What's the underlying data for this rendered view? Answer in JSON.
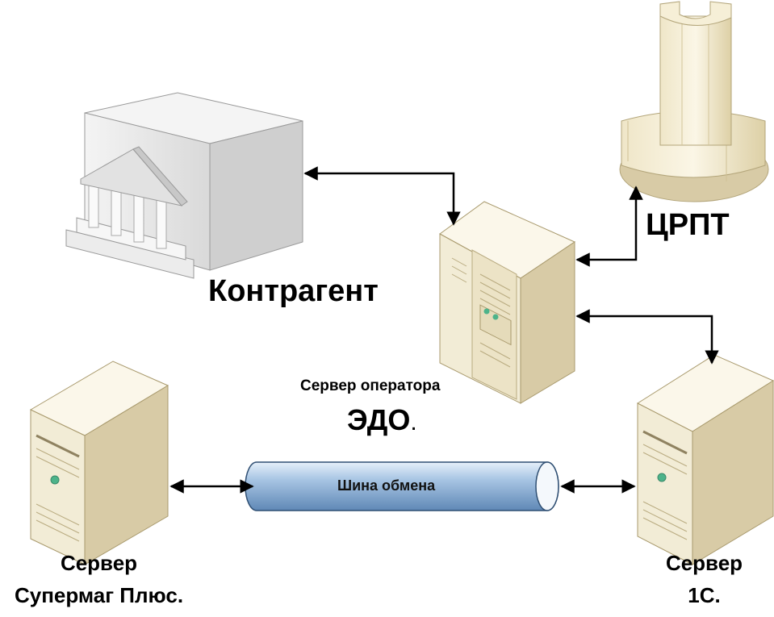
{
  "labels": {
    "counterparty": "Контрагент",
    "crpt": "ЦРПТ",
    "edo_caption": "Сервер оператора",
    "edo_name": "ЭДО",
    "edo_dot": ".",
    "supermag_line1": "Сервер",
    "supermag_line2": "Супермаг Плюс.",
    "onec_line1": "Сервер",
    "onec_line2": "1С.",
    "bus": "Шина обмена"
  },
  "icons": {
    "counterparty": "bank-building-icon",
    "crpt": "column-monument-icon",
    "edo_server": "cabinet-server-icon",
    "supermag_server": "tower-server-icon",
    "onec_server": "tower-server-icon",
    "bus": "pipe-bus-icon"
  },
  "colors": {
    "server_front": "#f2ecd6",
    "server_side": "#d8cba6",
    "server_top": "#fbf7ea",
    "bank_front": "#e6e6e6",
    "bank_side": "#cfcfcf",
    "bus_fill": "#8fb4d9",
    "arrow": "#000000"
  }
}
